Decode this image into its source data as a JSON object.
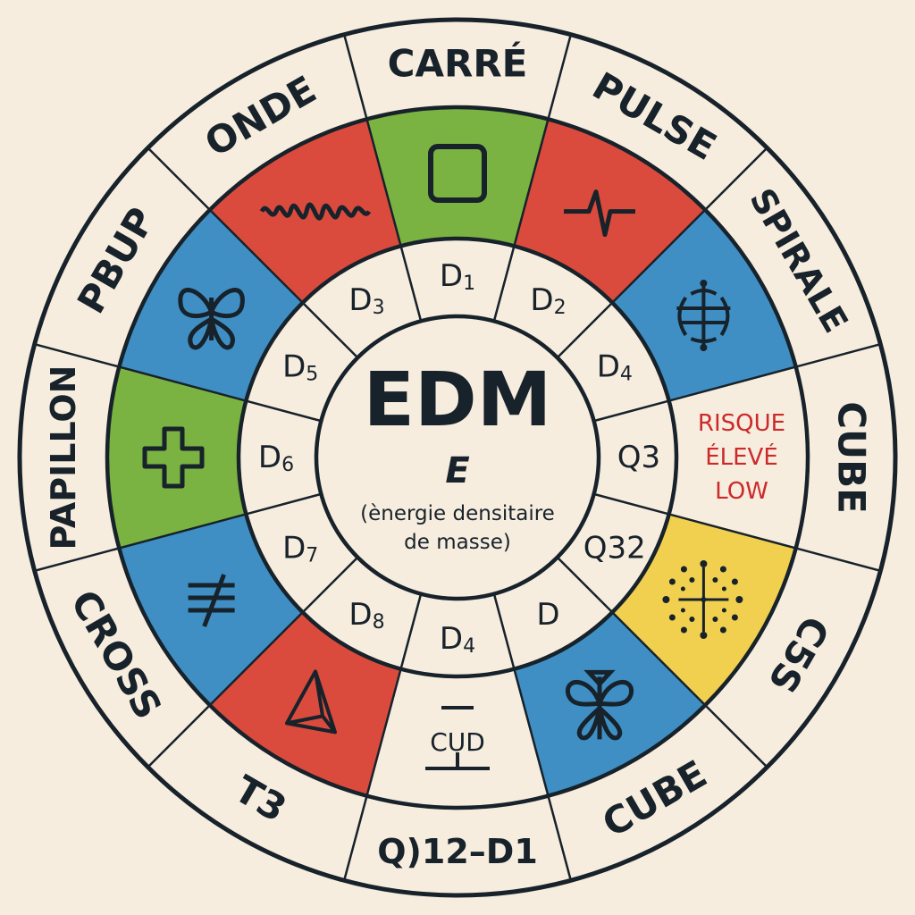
{
  "center": {
    "title": "EDM",
    "symbol": "E",
    "subtitle_line1": "(ènergie densitaire",
    "subtitle_line2": "de masse)"
  },
  "outer_ring": [
    "CARRÉ",
    "PULSE",
    "SPIRALE",
    "CUBE",
    "C5S",
    "CUBE",
    "Q)12–D1",
    "T3",
    "CROSS",
    "PAPILLON",
    "PBUP",
    "ONDE"
  ],
  "middle_ring": [
    {
      "color": "#7ab342",
      "icon": "square-icon"
    },
    {
      "color": "#da4b3e",
      "icon": "pulse-icon"
    },
    {
      "color": "#3f8fc5",
      "icon": "spiral-icon"
    },
    {
      "color": "#f7eddf",
      "icon": "risk-text",
      "text": [
        "RISQUE",
        "ÉLEVÉ",
        "LOW"
      ],
      "text_color": "#cc2a2a"
    },
    {
      "color": "#f1d04f",
      "icon": "dots-cross-icon"
    },
    {
      "color": "#3f8fc5",
      "icon": "clover-icon"
    },
    {
      "color": "#f7eddf",
      "icon": "cud-icon",
      "text": [
        "CUD"
      ]
    },
    {
      "color": "#da4b3e",
      "icon": "pyramid-icon"
    },
    {
      "color": "#3f8fc5",
      "icon": "strike-lines-icon"
    },
    {
      "color": "#7ab342",
      "icon": "cross-icon"
    },
    {
      "color": "#3f8fc5",
      "icon": "butterfly-icon"
    },
    {
      "color": "#da4b3e",
      "icon": "wave-icon"
    }
  ],
  "inner_ring": [
    {
      "text": "D",
      "sub": "1"
    },
    {
      "text": "D",
      "sub": "2"
    },
    {
      "text": "D",
      "sub": "4"
    },
    {
      "text": "Q3",
      "sub": ""
    },
    {
      "text": "Q32",
      "sub": ""
    },
    {
      "text": "D",
      "sub": ""
    },
    {
      "text": "D",
      "sub": "4"
    },
    {
      "text": "D",
      "sub": "8"
    },
    {
      "text": "D",
      "sub": "7"
    },
    {
      "text": "D",
      "sub": "6"
    },
    {
      "text": "D",
      "sub": "5"
    },
    {
      "text": "D",
      "sub": "3"
    }
  ],
  "colors": {
    "ink": "#17222a",
    "background": "#f7eddf"
  }
}
